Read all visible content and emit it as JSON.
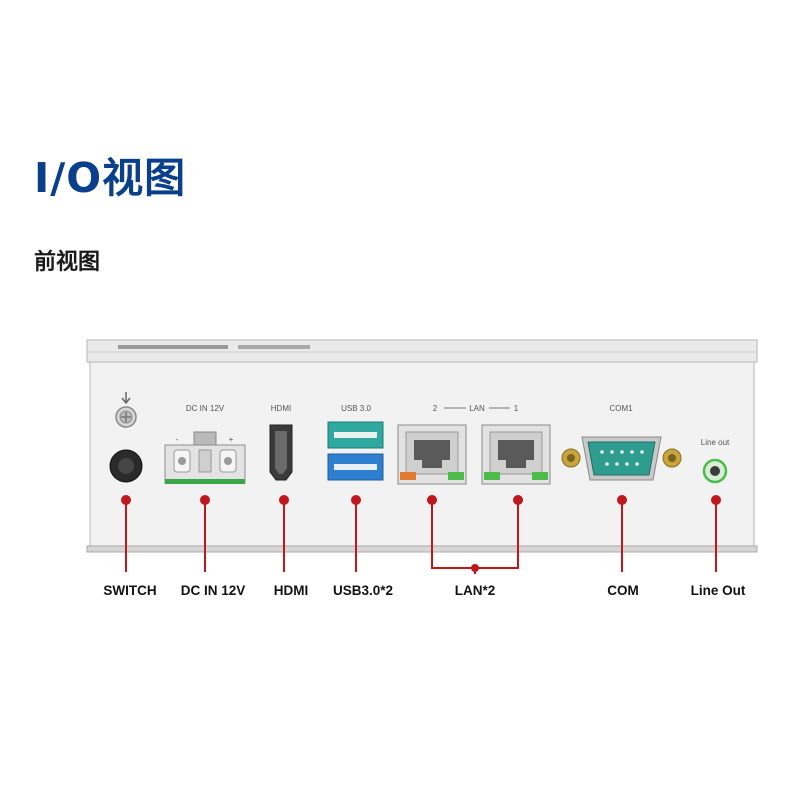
{
  "page": {
    "title": "I/O视图",
    "subtitle": "前视图"
  },
  "panel": {
    "top_labels": {
      "dc_in": "DC IN 12V",
      "minus": "-",
      "plus": "+",
      "hdmi": "HDMI",
      "usb": "USB 3.0",
      "lan_2": "2",
      "lan": "LAN",
      "lan_1": "1",
      "com": "COM1",
      "line_out": "Line out"
    }
  },
  "callouts": {
    "switch": "SWITCH",
    "dc_in": "DC IN 12V",
    "hdmi": "HDMI",
    "usb": "USB3.0*2",
    "lan": "LAN*2",
    "com": "COM",
    "line_out": "Line Out"
  },
  "colors": {
    "title": "#0a3f8c",
    "callout_line": "#c0161e",
    "usb_port": "#2f7fd1",
    "usb_port_top": "#2fa8a0",
    "com_port": "#2e9c8f",
    "terminal_green": "#3aa54a",
    "led_green": "#4cbb4c",
    "led_orange": "#e07a2e"
  },
  "icons": [
    "ground-icon",
    "power-switch-icon"
  ]
}
